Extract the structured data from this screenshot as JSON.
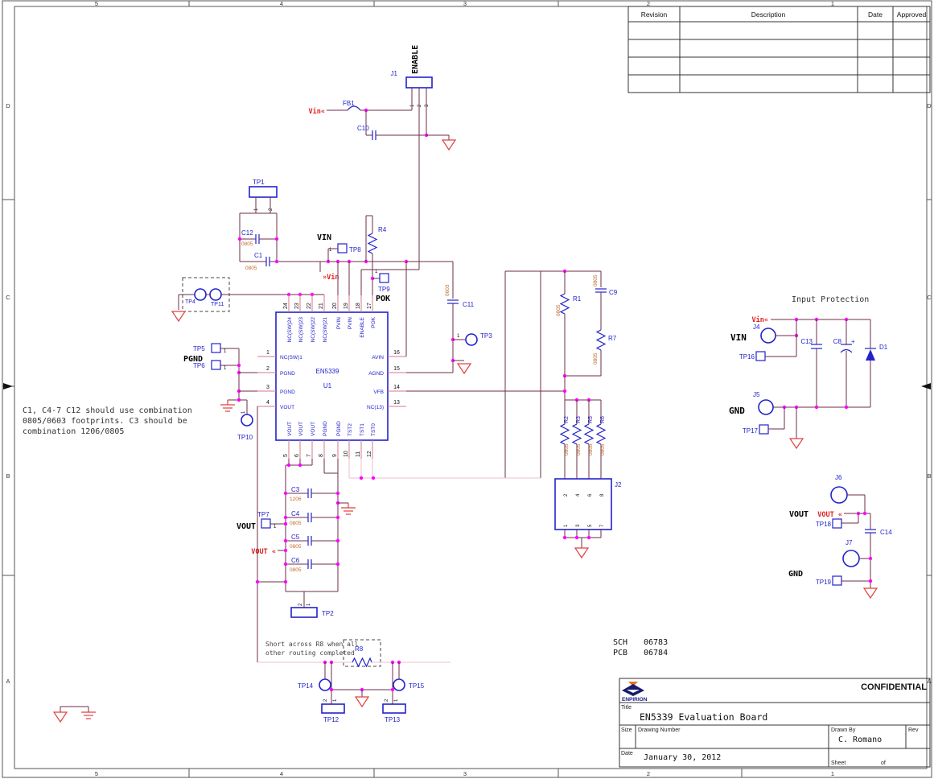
{
  "sheet": {
    "cols": [
      "5",
      "4",
      "3",
      "2",
      "1"
    ],
    "rows": [
      "D",
      "C",
      "B",
      "A"
    ]
  },
  "revision_table": {
    "headers": [
      "Revision",
      "Description",
      "Date",
      "Approved"
    ]
  },
  "title_block": {
    "brand": "ENPIRION",
    "confidential": "CONFIDENTIAL",
    "title_label": "Title",
    "title": "EN5339 Evaluation Board",
    "size_label": "Size",
    "drawing_number_label": "Drawing Number",
    "drawn_by_label": "Drawn By",
    "drawn_by": "C. Romano",
    "rev_label": "Rev",
    "date_label": "Date",
    "date": "January 30, 2012",
    "sheet_label": "Sheet",
    "of_label": "of"
  },
  "doc": {
    "sch_label": "SCH",
    "sch_num": "06783",
    "pcb_label": "PCB",
    "pcb_num": "06784"
  },
  "notes": {
    "fp1": "C1, C4-7 C12 should use combination",
    "fp2": "0805/0603 footprints. C3 should be",
    "fp3": "combination 1206/0805",
    "r8a": "Short across R8 when all",
    "r8b": "other routing completed"
  },
  "section_titles": {
    "input_protection": "Input Protection"
  },
  "ic": {
    "ref": "U1",
    "part": "EN5339",
    "top": [
      {
        "n": "24",
        "name": "NC(SW)24"
      },
      {
        "n": "23",
        "name": "NC(SW)23"
      },
      {
        "n": "22",
        "name": "NC(SW)22"
      },
      {
        "n": "21",
        "name": "NC(SW)21"
      },
      {
        "n": "20",
        "name": "PVIN"
      },
      {
        "n": "19",
        "name": "PVIN"
      },
      {
        "n": "18",
        "name": "ENABLE"
      },
      {
        "n": "17",
        "name": "POK"
      }
    ],
    "left": [
      {
        "n": "1",
        "name": "NC(SW)1"
      },
      {
        "n": "2",
        "name": "PGND"
      },
      {
        "n": "3",
        "name": "PGND"
      },
      {
        "n": "4",
        "name": "VOUT"
      }
    ],
    "right": [
      {
        "n": "16",
        "name": "AVIN"
      },
      {
        "n": "15",
        "name": "AGND"
      },
      {
        "n": "14",
        "name": "VFB"
      },
      {
        "n": "13",
        "name": "NC(13)"
      }
    ],
    "bottom": [
      {
        "n": "5",
        "name": "VOUT"
      },
      {
        "n": "6",
        "name": "VOUT"
      },
      {
        "n": "7",
        "name": "VOUT"
      },
      {
        "n": "8",
        "name": "PGND"
      },
      {
        "n": "9",
        "name": "PGND"
      },
      {
        "n": "10",
        "name": "TST2"
      },
      {
        "n": "11",
        "name": "TST1"
      },
      {
        "n": "12",
        "name": "TST0"
      }
    ]
  },
  "components": {
    "fb1": "FB1",
    "c10": "C10",
    "c12": {
      "ref": "C12",
      "fp": "0805"
    },
    "c1": {
      "ref": "C1",
      "fp": "0805"
    },
    "r4": "R4",
    "c11": {
      "ref": "C11",
      "fp": "0603"
    },
    "r1": {
      "ref": "R1",
      "fp": "0805"
    },
    "c9": {
      "ref": "C9",
      "fp": "0805"
    },
    "r7": {
      "ref": "R7",
      "fp": "0805"
    },
    "r2": {
      "ref": "R2",
      "fp": "0805"
    },
    "r3": {
      "ref": "R3",
      "fp": "0805"
    },
    "r5": {
      "ref": "R5",
      "fp": "0805"
    },
    "r6": {
      "ref": "R6",
      "fp": "0805"
    },
    "c3": {
      "ref": "C3",
      "fp": "1206"
    },
    "c4": {
      "ref": "C4",
      "fp": "0805"
    },
    "c5": {
      "ref": "C5",
      "fp": "0805"
    },
    "c6": {
      "ref": "C6",
      "fp": "0805"
    },
    "r8": "R8",
    "c13": "C13",
    "c8": "C8",
    "c8_plus": "+",
    "d1": "D1",
    "c14": "C14"
  },
  "connectors": {
    "j1": {
      "ref": "J1",
      "label": "ENABLE",
      "p1": "1",
      "p2": "2",
      "p3": "3"
    },
    "j2": {
      "ref": "J2",
      "top": [
        "2",
        "4",
        "6",
        "8"
      ],
      "bottom": [
        "1",
        "3",
        "5",
        "7"
      ]
    },
    "j4": "J4",
    "j5": "J5",
    "j6": "J6",
    "j7": "J7"
  },
  "testpoints": {
    "tp1": "TP1",
    "tp2": "TP2",
    "tp3": "TP3",
    "tp4": "TP4",
    "tp5": "TP5",
    "tp6": "TP6",
    "tp7": "TP7",
    "tp8": "TP8",
    "tp9": "TP9",
    "tp10": "TP10",
    "tp11": "TP11",
    "tp12": "TP12",
    "tp13": "TP13",
    "tp14": "TP14",
    "tp15": "TP15",
    "tp16": "TP16",
    "tp17": "TP17",
    "tp18": "TP18",
    "tp19": "TP19"
  },
  "nets": {
    "vin_bold": "VIN",
    "vin_flag_left": "Vin«",
    "vin_flag_right": "»Vin",
    "vin_flag_ip": "Vin«",
    "pok": "POK",
    "pgnd": "PGND",
    "vout_bold": "VOUT",
    "vout_flag": "VOUT «",
    "vout_bold2": "VOUT",
    "vout_flag2": "VOUT «",
    "gnd_ip": "GND",
    "gnd_out": "GND",
    "vin_ip": "VIN"
  },
  "misc": {
    "one": "1",
    "two": "2"
  },
  "colors": {
    "wire": "#6d2c4a",
    "stub": "#d4788a",
    "light": "#e7c0ce",
    "component": "#2222cc",
    "junction": "#ff00ff",
    "ground": "#e04040",
    "net_red": "#e02020"
  }
}
